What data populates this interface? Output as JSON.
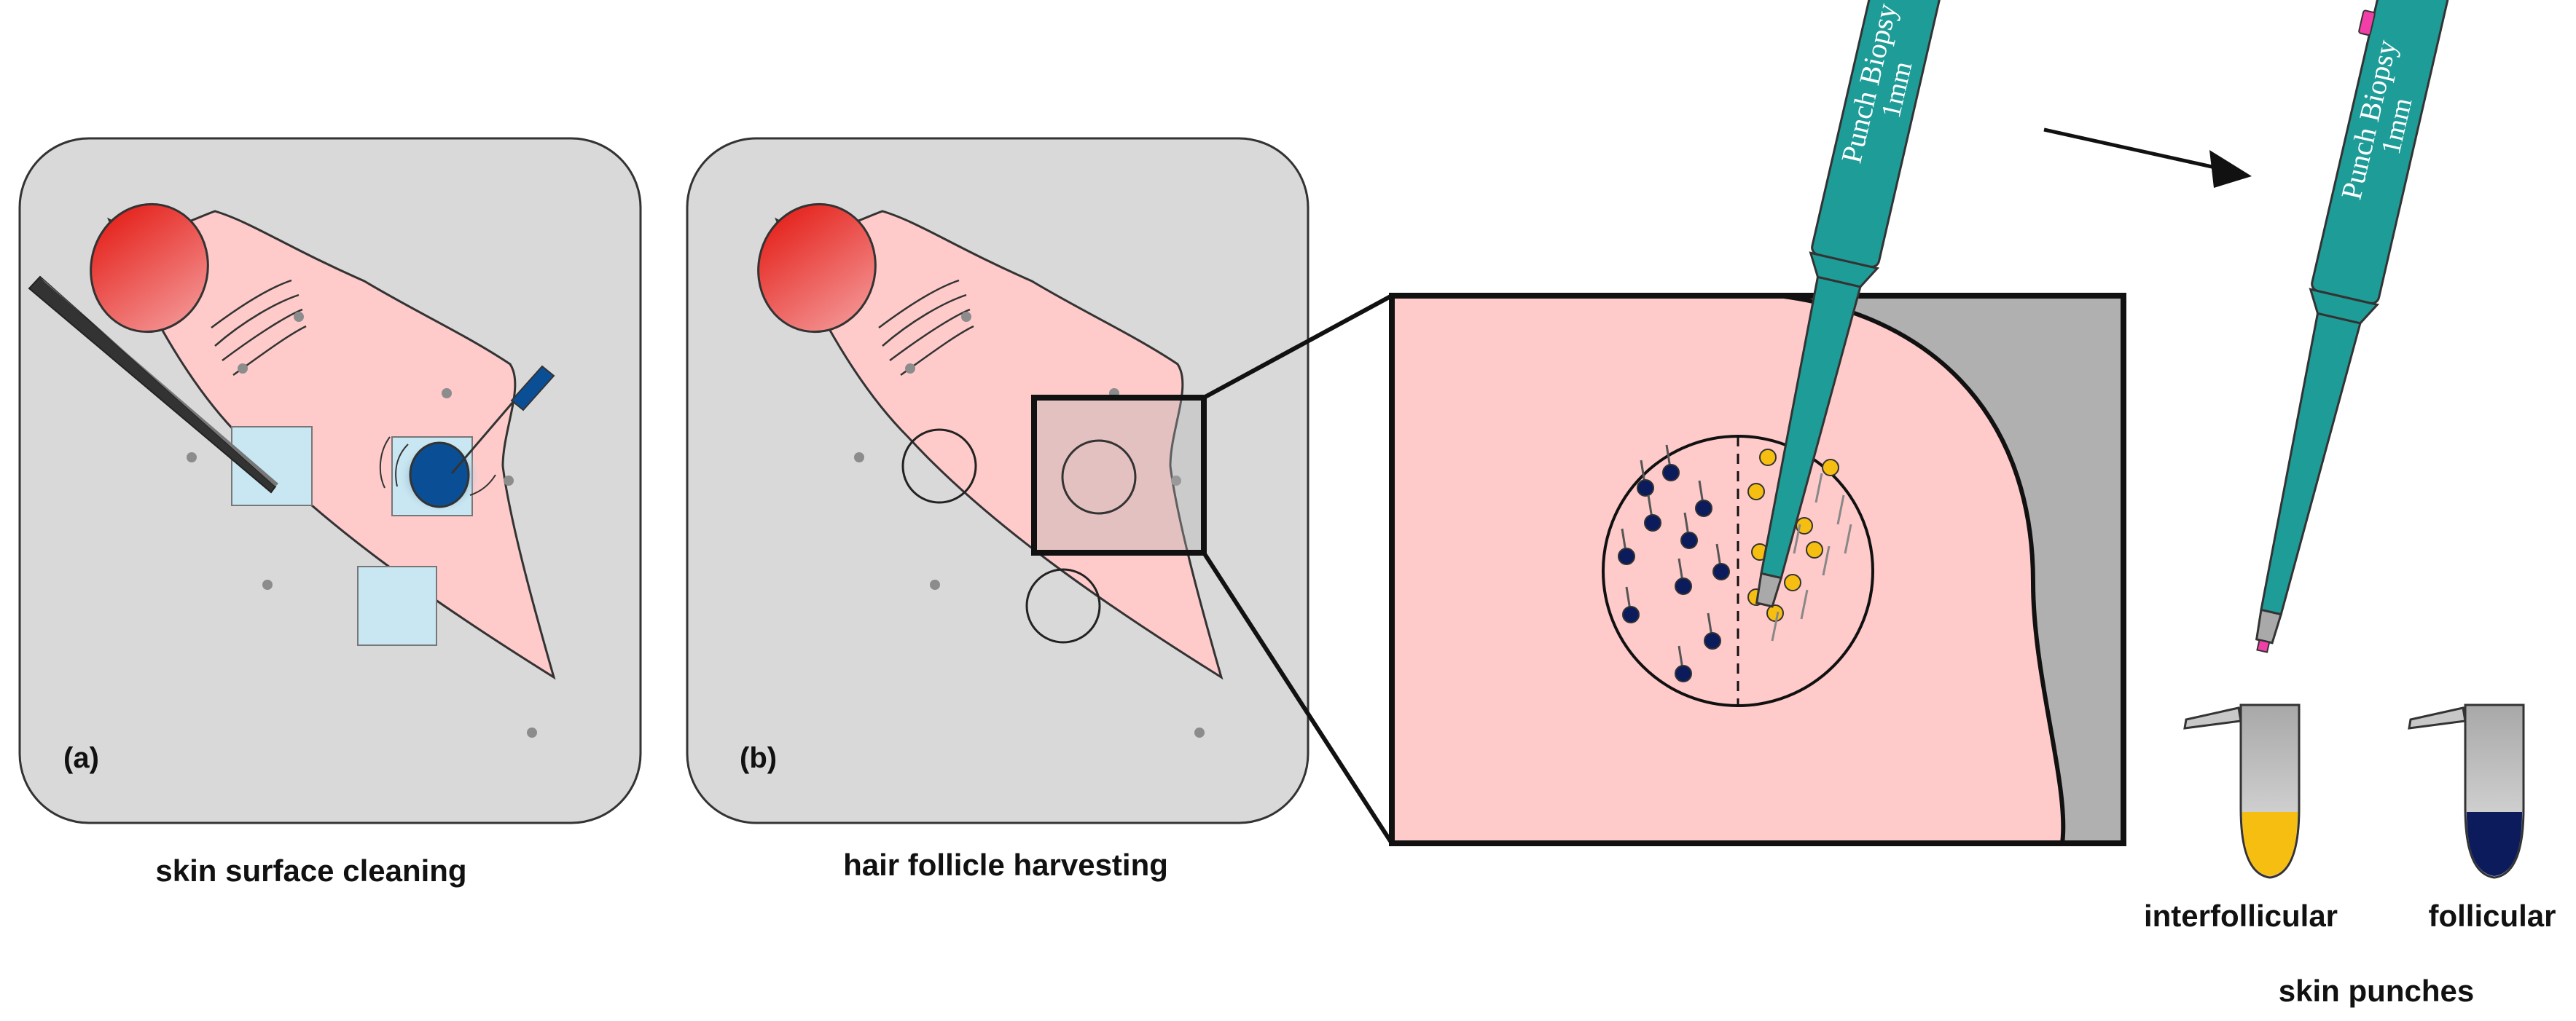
{
  "panels": [
    {
      "tag": "(a)",
      "caption": "skin surface cleaning"
    },
    {
      "tag": "(b)",
      "caption": "hair follicle harvesting"
    }
  ],
  "biopsy_pen": {
    "line1": "Punch Biopsy",
    "line2": "1mm"
  },
  "tubes": [
    {
      "label": "interfollicular",
      "fill": "#F7BE12"
    },
    {
      "label": "follicular",
      "fill": "#0B1B5C"
    }
  ],
  "group_label": "skin punches",
  "colors": {
    "panel_bg": "#D9D9D9",
    "skin": "#FFCACA",
    "pen_body": "#1E9C98",
    "pen_cap": "#F23FA8",
    "gauze": "#C9E7F2",
    "swab": "#0A4F96",
    "follicle_marker": "#0B1B5C",
    "interfollicular_marker": "#F7BE12"
  }
}
